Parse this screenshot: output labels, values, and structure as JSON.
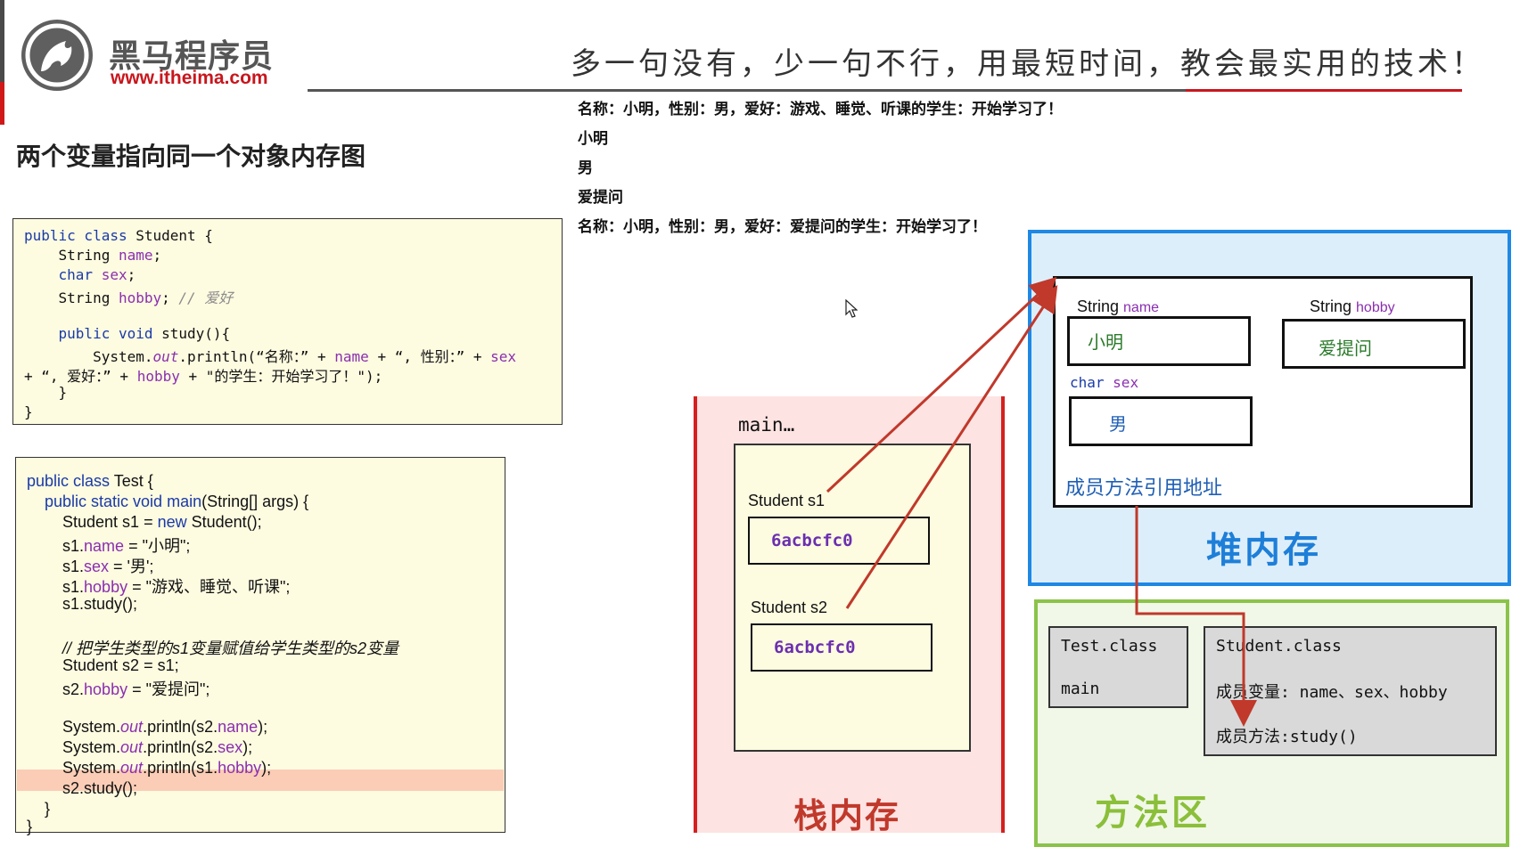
{
  "header": {
    "logo_cn": "黑马程序员",
    "logo_url": "www.itheima.com",
    "slogan": "多一句没有，少一句不行，用最短时间，教会最实用的技术！"
  },
  "page_title": "两个变量指向同一个对象内存图",
  "console_output": [
    "名称：小明，性别：男，爱好：游戏、睡觉、听课的学生：开始学习了！",
    "小明",
    "男",
    "爱提问",
    "名称：小明，性别：男，爱好：爱提问的学生：开始学习了！"
  ],
  "student_code": {
    "l1_kw": "public class ",
    "l1_rest": "Student {",
    "l2_type": "    String ",
    "l2_field": "name",
    "l2_end": ";",
    "l3_kw": "    char ",
    "l3_field": "sex",
    "l3_end": ";",
    "l4_type": "    String ",
    "l4_field": "hobby",
    "l4_end": "; ",
    "l4_cmt": "// 爱好",
    "l6_kw": "    public void ",
    "l6_rest": "study(){",
    "l7_a": "        System.",
    "l7_out": "out",
    "l7_b": ".println(“名称：” + ",
    "l7_name": "name",
    "l7_c": " + “, 性别：” + ",
    "l7_sex": "sex",
    "l8_a": "+ “, 爱好：” + ",
    "l8_hobby": "hobby",
    "l8_b": " + \"的学生：开始学习了！\");",
    "l9": "    }",
    "l10": "}"
  },
  "test_code": {
    "l1_kw": "public class ",
    "l1_rest": "Test {",
    "l2_kw": "    public static void ",
    "l2_m": "main",
    "l2_rest": "(String[] args) {",
    "l3_a": "        Student s1 = ",
    "l3_kw": "new",
    "l3_b": " Student();",
    "l4_a": "        s1.",
    "l4_f": "name",
    "l4_b": " = \"小明\";",
    "l5_a": "        s1.",
    "l5_f": "sex",
    "l5_b": " = '男';",
    "l6_a": "        s1.",
    "l6_f": "hobby",
    "l6_b": " = \"游戏、睡觉、听课\";",
    "l7": "        s1.study();",
    "l9": "        // 把学生类型的s1变量赋值给学生类型的s2变量",
    "l10": "        Student s2 = s1;",
    "l11_a": "        s2.",
    "l11_f": "hobby",
    "l11_b": " = \"爱提问\";",
    "l13_a": "        System.",
    "l13_out": "out",
    "l13_b": ".println(s2.",
    "l13_f": "name",
    "l13_c": ");",
    "l14_a": "        System.",
    "l14_out": "out",
    "l14_b": ".println(s2.",
    "l14_f": "sex",
    "l14_c": ");",
    "l15_a": "        System.",
    "l15_out": "out",
    "l15_b": ".println(s1.",
    "l15_f": "hobby",
    "l15_c": ");",
    "l16": "        s2.study();",
    "l17": "    }",
    "l18": "}"
  },
  "stack": {
    "title": "栈内存",
    "frame_label": "main…",
    "s1_label": "Student  s1",
    "s1_addr": "6acbcfc0",
    "s2_label": "Student s2",
    "s2_addr": "6acbcfc0"
  },
  "heap": {
    "title": "堆内存",
    "name_type": "String ",
    "name_field": "name",
    "name_value": "小明",
    "hobby_type": "String ",
    "hobby_field": "hobby",
    "hobby_value": "爱提问",
    "sex_type": "char ",
    "sex_field": "sex",
    "sex_value": "男",
    "methods_label": "成员方法引用地址"
  },
  "method_area": {
    "title": "方法区",
    "test_class": "Test.class",
    "test_main": "main",
    "student_class": "Student.class",
    "student_fields": "成员变量: name、sex、hobby",
    "student_methods": "成员方法:study()"
  },
  "colors": {
    "arrow": "#c0392b",
    "heap_border": "#1e88e5",
    "stack_border": "#d42020",
    "method_border": "#8bc34a"
  }
}
